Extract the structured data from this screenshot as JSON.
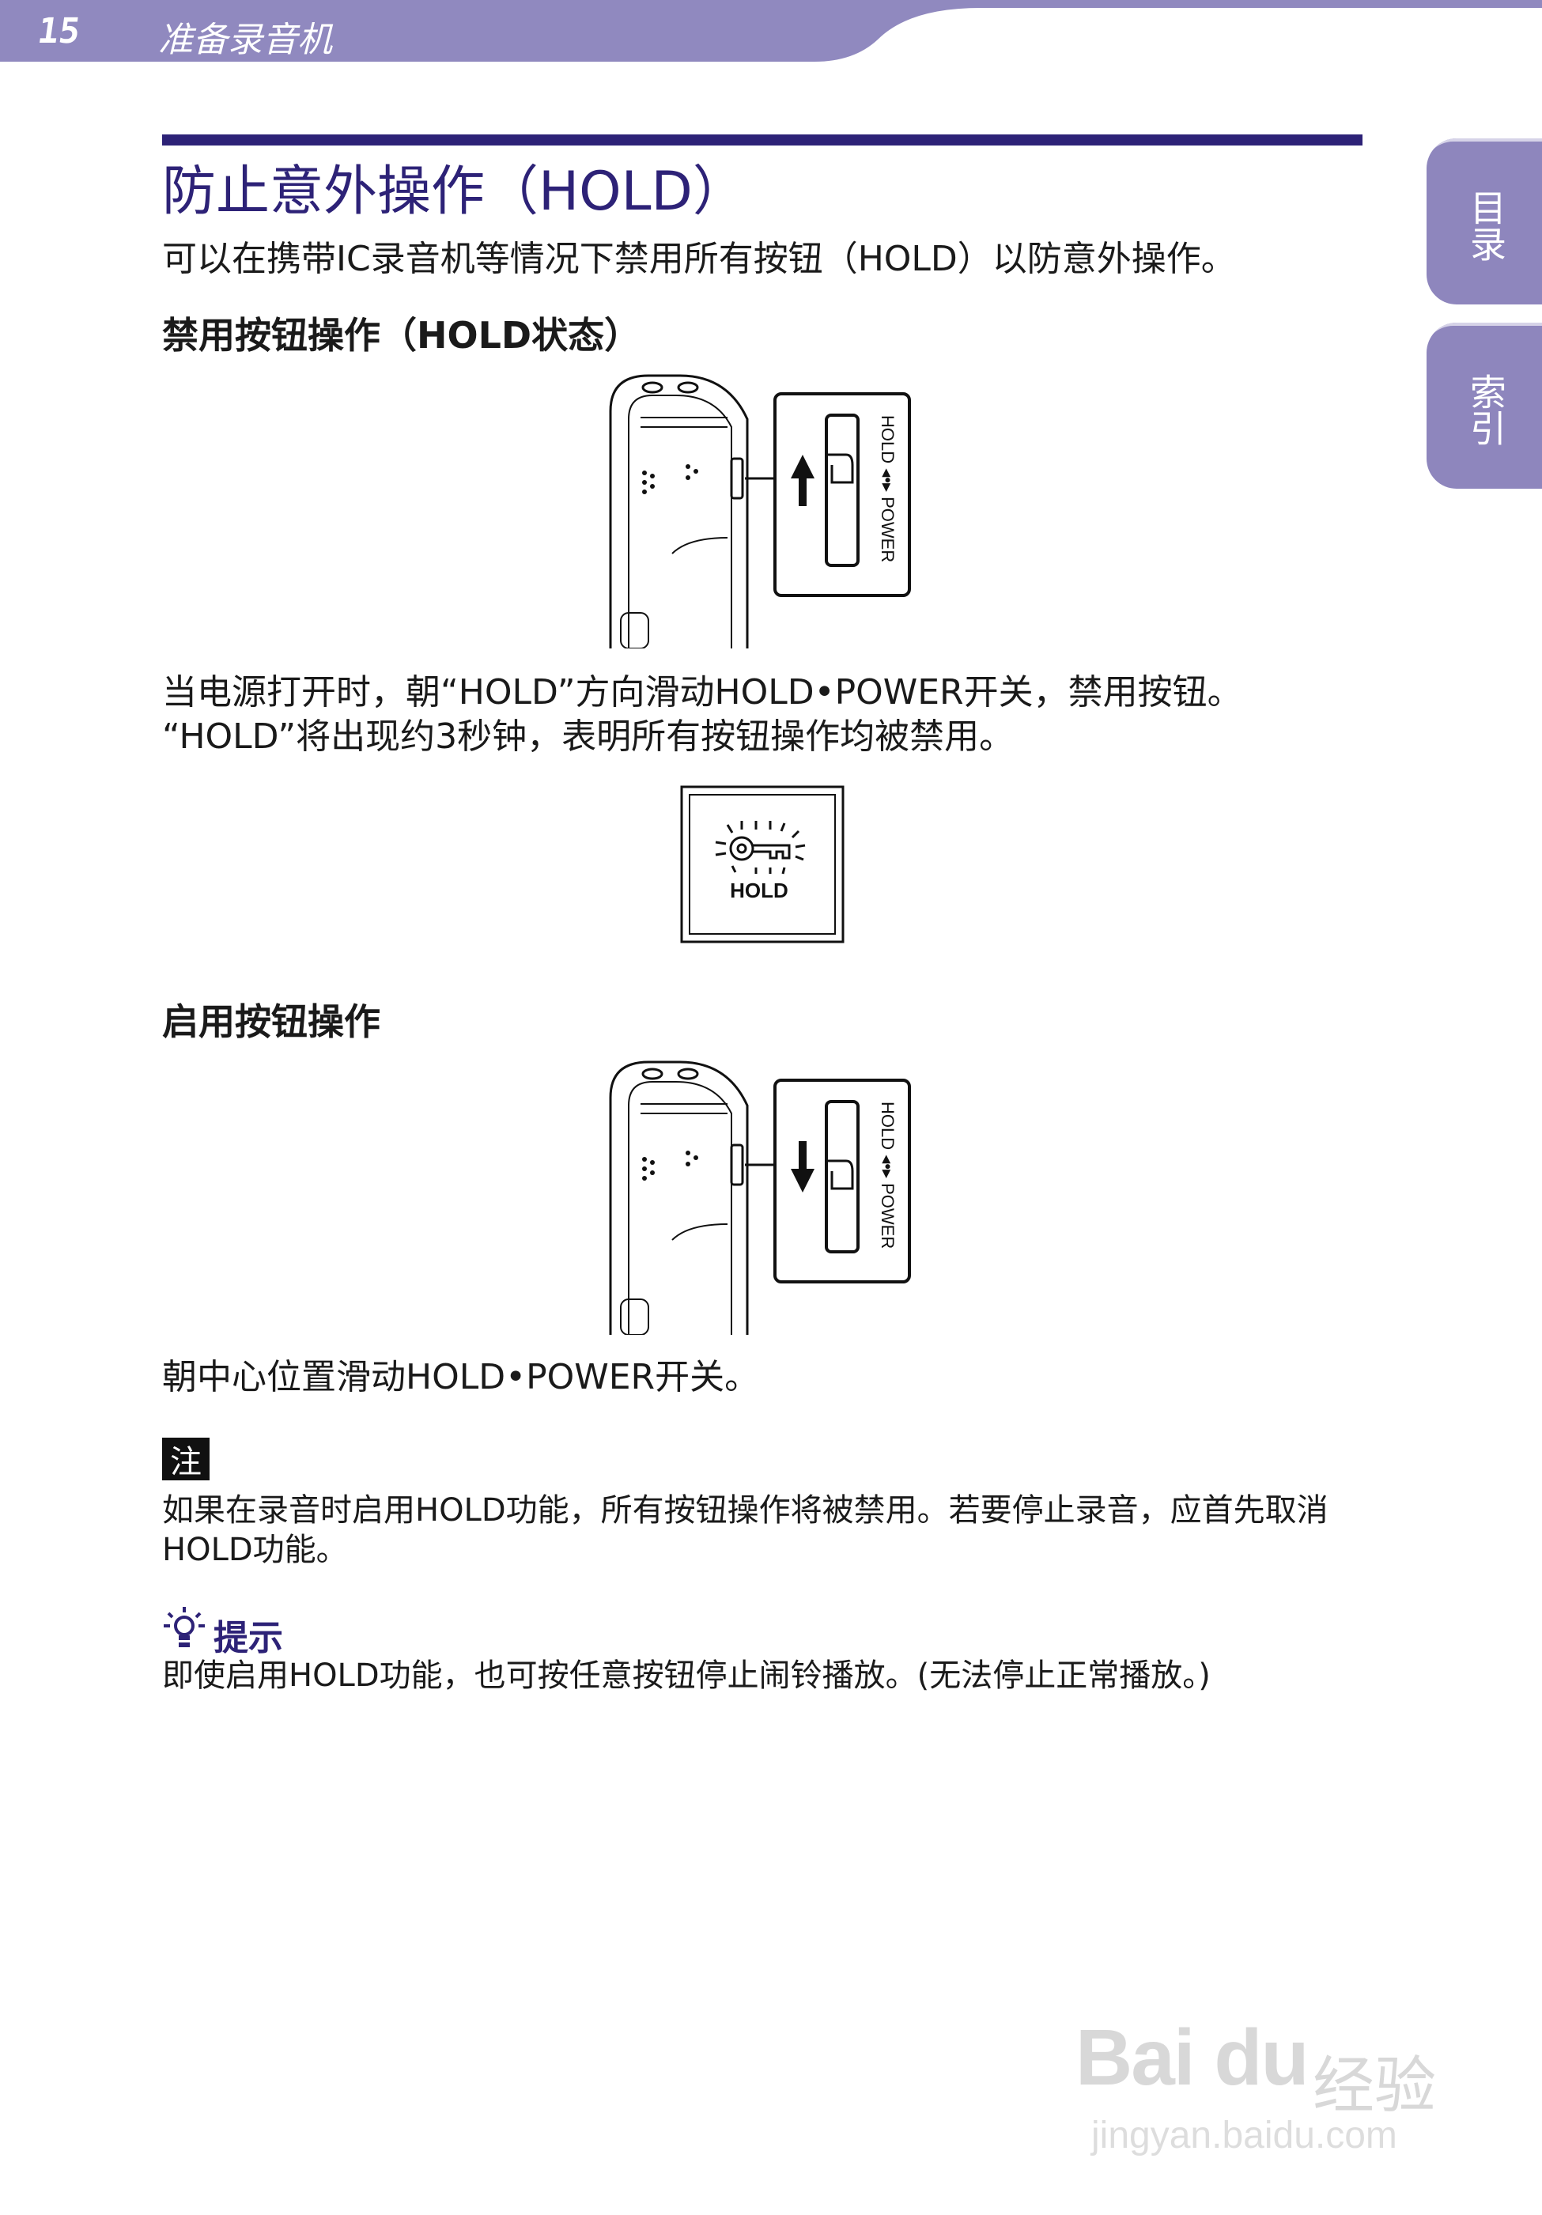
{
  "header": {
    "page_number": "15",
    "section_title": "准备录音机",
    "color": "#8e86bd"
  },
  "side_tabs": [
    {
      "label": "目录"
    },
    {
      "label": "索引"
    }
  ],
  "heading": "防止意外操作（HOLD）",
  "intro": "可以在携带IC录音机等情况下禁用所有按钮（HOLD）以防意外操作。",
  "disable_section": {
    "title": "禁用按钮操作（HOLD状态）",
    "switch_label": "HOLD ◂•▸ POWER",
    "lines": [
      "当电源打开时，朝“HOLD”方向滑动HOLD•POWER开关，禁用按钮。",
      "“HOLD”将出现约3秒钟，表明所有按钮操作均被禁用。"
    ],
    "display_text": "HOLD"
  },
  "enable_section": {
    "title": "启用按钮操作",
    "switch_label": "HOLD ◂•▸ POWER",
    "text": "朝中心位置滑动HOLD•POWER开关。"
  },
  "note": {
    "badge": "注",
    "text": "如果在录音时启用HOLD功能，所有按钮操作将被禁用。若要停止录音，应首先取消HOLD功能。"
  },
  "tip": {
    "label": "提示",
    "text": "即使启用HOLD功能，也可按任意按钮停止闹铃播放。(无法停止正常播放。)"
  },
  "watermark": {
    "brand": "Bai du",
    "suffix": "经验",
    "url": "jingyan.baidu.com"
  },
  "colors": {
    "accent": "#2d2277",
    "tab": "#8e86bd"
  }
}
